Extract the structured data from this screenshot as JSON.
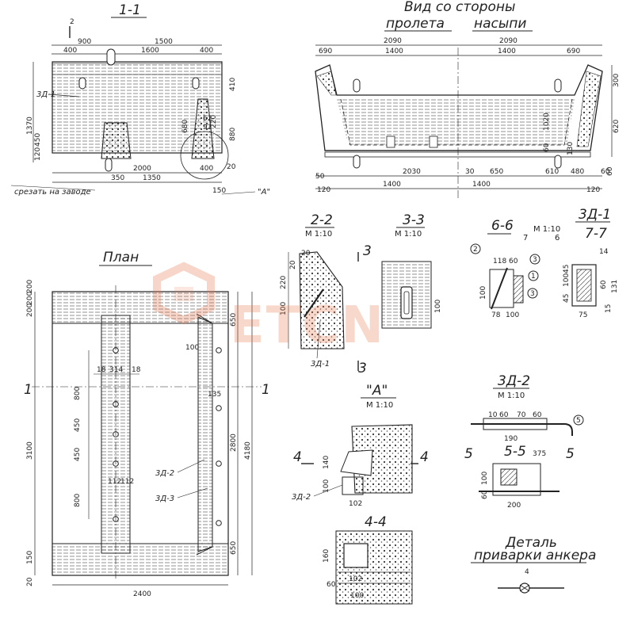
{
  "views": {
    "section_1_1": {
      "title": "1-1",
      "cut_marker": "2",
      "top_dims": [
        "900",
        "1500",
        "400",
        "1600",
        "400"
      ],
      "left_dims": [
        "1370",
        "450",
        "120"
      ],
      "left_label": "3Д-1",
      "inner_dims": [
        "410",
        "680",
        "880",
        "220",
        "62",
        "92"
      ],
      "bottom_dims": [
        "2000",
        "350",
        "1350",
        "400",
        "20",
        "150"
      ],
      "note": "срезать на заводе",
      "detail_ref": "\"А\""
    },
    "side_view": {
      "title_line1": "Вид со стороны",
      "title_left": "пролета",
      "title_right": "насыпи",
      "top_dims": [
        "2090",
        "2090",
        "690",
        "1400",
        "1400",
        "690"
      ],
      "right_dims": [
        "300",
        "620",
        "1020"
      ],
      "inner_dims": [
        "60",
        "130",
        "60"
      ],
      "bottom_dims": [
        "50",
        "120",
        "2030",
        "30",
        "650",
        "610",
        "480",
        "60",
        "1400",
        "1400",
        "120"
      ]
    },
    "plan": {
      "title": "План",
      "cut_left": "1",
      "cut_right": "1",
      "left_dims": [
        "200",
        "200",
        "200",
        "3100"
      ],
      "right_dims": [
        "650",
        "2800",
        "4180",
        "650"
      ],
      "inner_dims": [
        "18",
        "314",
        "18",
        "800",
        "450",
        "450",
        "800",
        "112",
        "112",
        "100",
        "135"
      ],
      "labels": [
        "3Д-2",
        "3Д-3"
      ],
      "bottom_dims": [
        "20",
        "150",
        "2400"
      ]
    },
    "section_2_2": {
      "title": "2-2",
      "scale": "М 1:10",
      "dims": [
        "20",
        "20",
        "220",
        "100"
      ],
      "label": "3Д-1"
    },
    "section_3_3": {
      "title": "3-3",
      "scale": "М 1:10",
      "dims": [
        "100"
      ],
      "cut_marker": "3"
    },
    "section_6_6": {
      "title": "6-6",
      "scale": "М 1:10",
      "markers": [
        "7",
        "6"
      ],
      "callouts": [
        "2",
        "3",
        "1",
        "3"
      ],
      "dims": [
        "118",
        "60",
        "100",
        "78",
        "100"
      ]
    },
    "section_3d1": {
      "title": "3Д-1",
      "subtitle": "7-7",
      "dims": [
        "14",
        "45",
        "100",
        "45",
        "60",
        "75",
        "131",
        "15"
      ]
    },
    "detail_a": {
      "title": "\"А\"",
      "scale": "М 1:10",
      "dims": [
        "140",
        "102",
        "100"
      ],
      "label": "3Д-2",
      "cut": "4"
    },
    "section_4_4": {
      "title": "4-4",
      "dims": [
        "160",
        "60",
        "100",
        "102"
      ]
    },
    "section_3d2": {
      "title": "3Д-2",
      "scale": "М 1:10",
      "dims": [
        "10",
        "60",
        "70",
        "60",
        "190"
      ],
      "callout": "5"
    },
    "section_5_5": {
      "title": "5-5",
      "dims": [
        "375",
        "100",
        "60",
        "200"
      ],
      "cut": "5"
    },
    "weld_detail": {
      "title_line1": "Деталь",
      "title_line2": "приварки анкера",
      "marker": "4"
    }
  },
  "watermark": {
    "text": "ETCN",
    "color": "#e8734a"
  }
}
